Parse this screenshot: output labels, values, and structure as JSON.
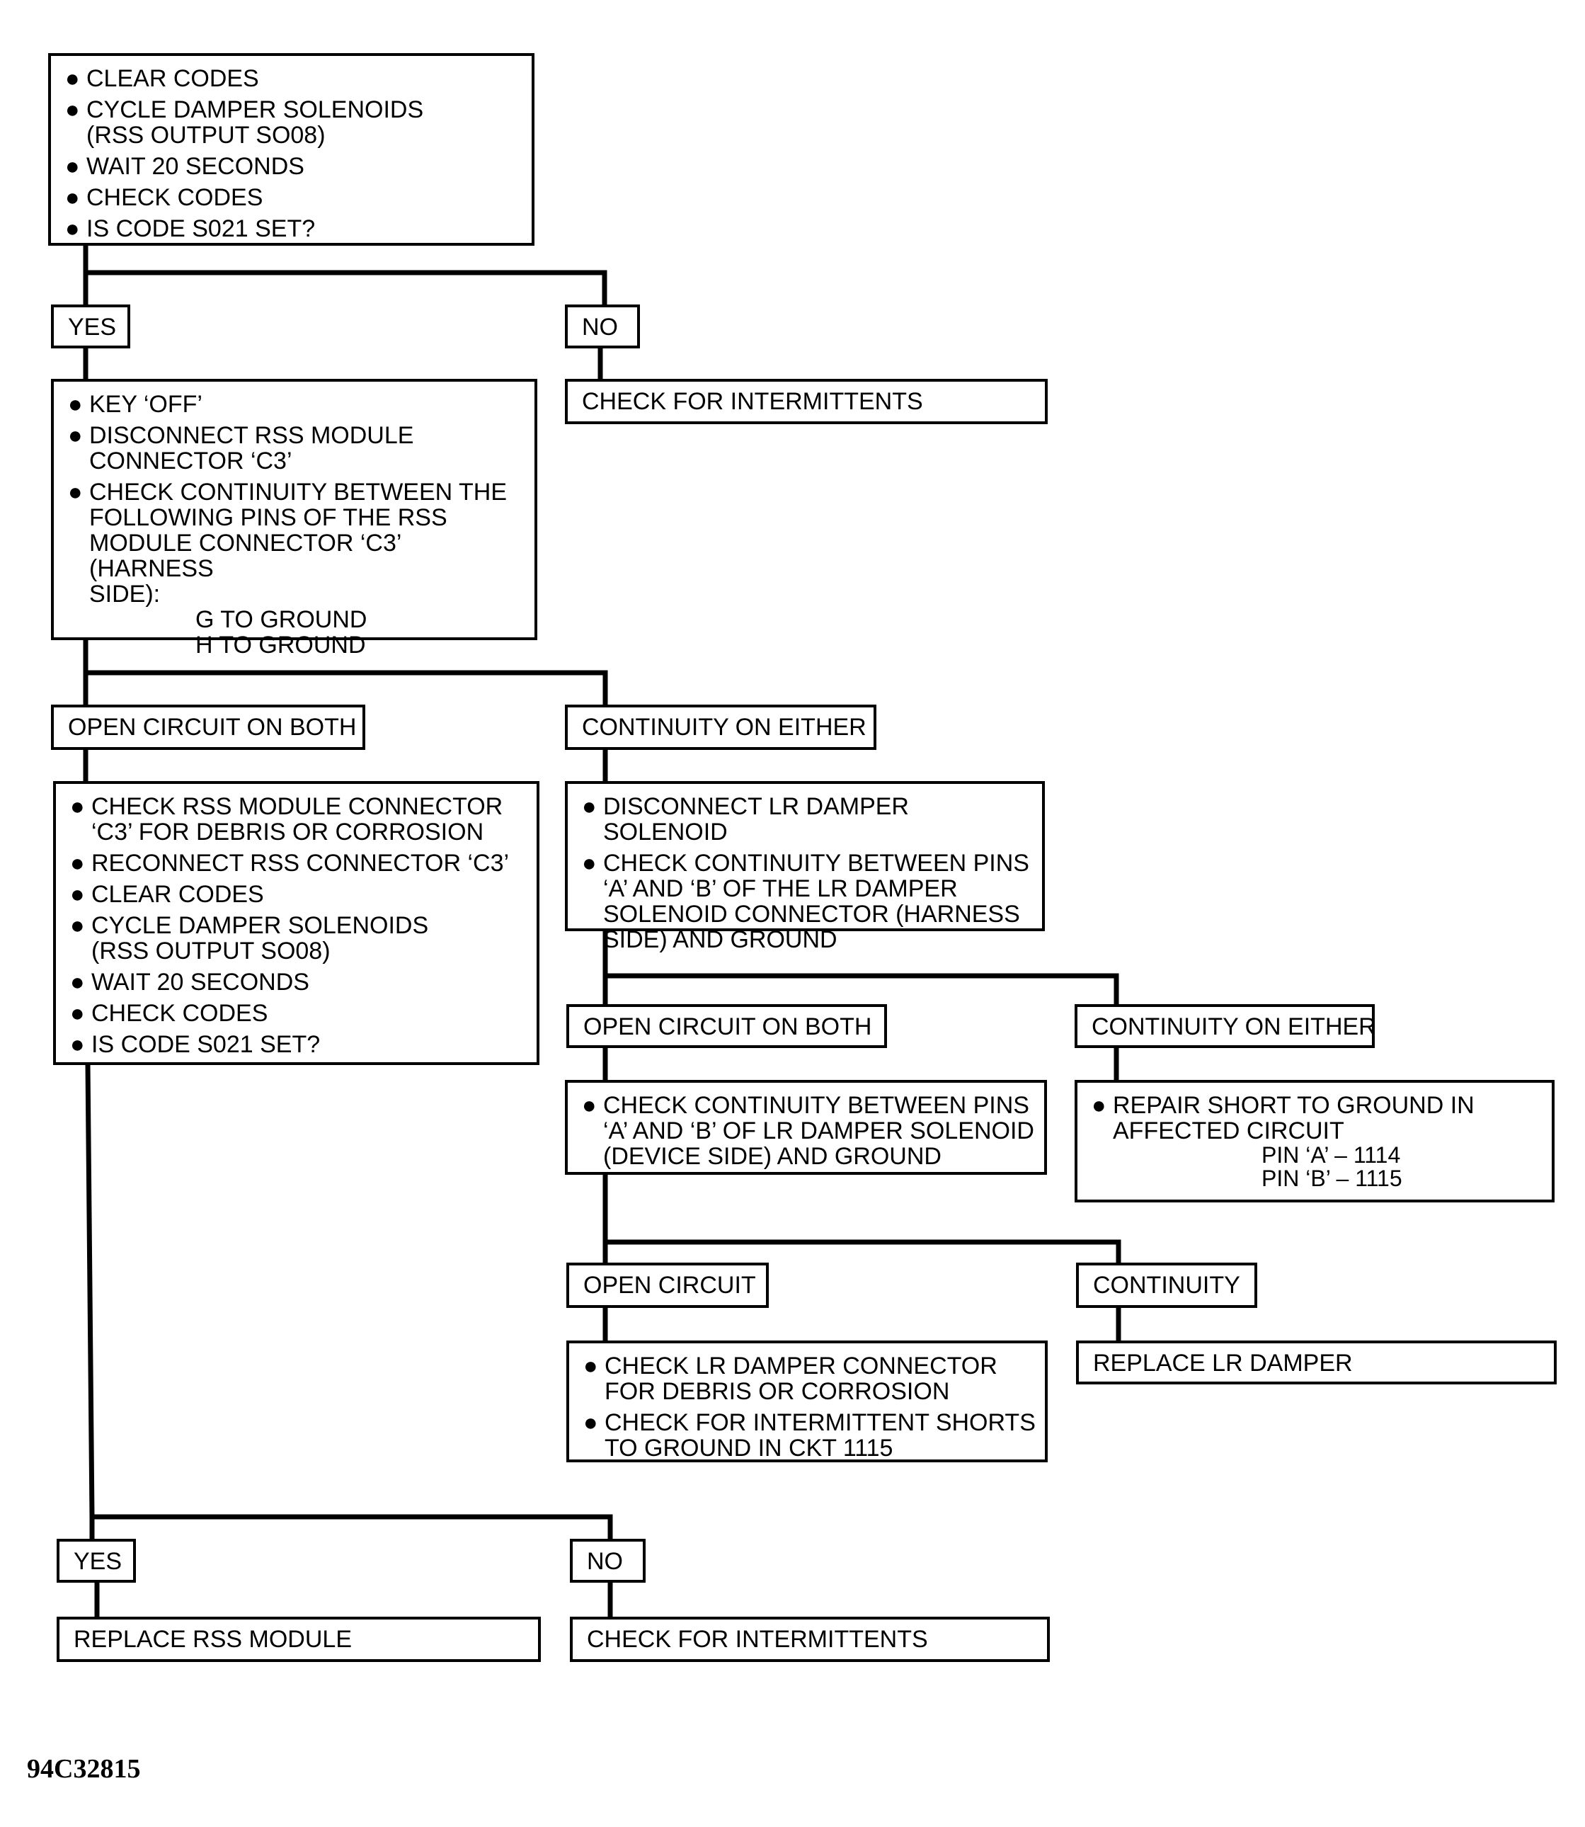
{
  "figure_id": "94C32815",
  "nodes": {
    "start": {
      "items": [
        "CLEAR CODES",
        "CYCLE DAMPER SOLENOIDS\n(RSS OUTPUT SO08)",
        "WAIT 20 SECONDS",
        "CHECK CODES",
        "IS CODE S021 SET?"
      ]
    },
    "yes1": "YES",
    "no1": "NO",
    "intermit1": "CHECK FOR INTERMITTENTS",
    "keyoff": {
      "items": [
        "KEY ‘OFF’",
        "DISCONNECT RSS MODULE\nCONNECTOR ‘C3’",
        "CHECK CONTINUITY BETWEEN THE\nFOLLOWING PINS OF THE RSS\nMODULE CONNECTOR ‘C3’ (HARNESS\nSIDE):"
      ],
      "pins": "G TO GROUND\nH TO GROUND"
    },
    "open_both1": "OPEN CIRCUIT ON BOTH",
    "cont_either1": "CONTINUITY ON EITHER",
    "check_c3": {
      "items": [
        "CHECK RSS MODULE CONNECTOR\n‘C3’ FOR DEBRIS OR CORROSION",
        "RECONNECT RSS CONNECTOR ‘C3’",
        "CLEAR CODES",
        "CYCLE DAMPER SOLENOIDS\n(RSS OUTPUT SO08)",
        "WAIT 20 SECONDS",
        "CHECK CODES",
        "IS CODE S021 SET?"
      ]
    },
    "disc_lr": {
      "items": [
        "DISCONNECT LR DAMPER SOLENOID",
        "CHECK CONTINUITY BETWEEN PINS\n‘A’ AND ‘B’ OF THE LR DAMPER\nSOLENOID CONNECTOR  (HARNESS\nSIDE) AND GROUND"
      ]
    },
    "open_both2": "OPEN CIRCUIT  ON BOTH",
    "cont_either2": "CONTINUITY ON EITHER",
    "check_device": {
      "items": [
        "CHECK CONTINUITY BETWEEN PINS\n‘A’ AND ‘B’ OF LR DAMPER SOLENOID\n(DEVICE SIDE) AND GROUND"
      ]
    },
    "repair_short": {
      "items": [
        "REPAIR SHORT TO GROUND IN\nAFFECTED CIRCUIT"
      ],
      "pins": "PIN ‘A’  –  1114\nPIN ‘B’  –  1115"
    },
    "open_circuit": "OPEN CIRCUIT",
    "continuity": "CONTINUITY",
    "check_lr_conn": {
      "items": [
        "CHECK  LR DAMPER CONNECTOR\nFOR DEBRIS OR CORROSION",
        "CHECK FOR INTERMITTENT SHORTS\nTO GROUND IN CKT 1115"
      ]
    },
    "replace_lr": "REPLACE LR DAMPER",
    "yes2": "YES",
    "no2": "NO",
    "replace_rss": "REPLACE RSS MODULE",
    "intermit2": "CHECK FOR INTERMITTENTS"
  }
}
